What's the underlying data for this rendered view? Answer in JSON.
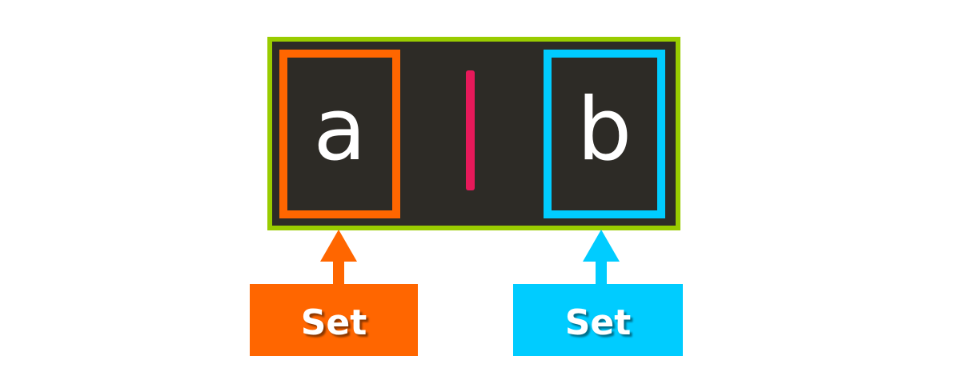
{
  "diagram": {
    "left_set": {
      "letter": "a",
      "label": "Set",
      "color": "#ff6600"
    },
    "right_set": {
      "letter": "b",
      "label": "Set",
      "color": "#00ccff"
    },
    "separator_color": "#e6195a",
    "outer_border_color": "#99cc00",
    "inner_background": "#2d2b26"
  }
}
